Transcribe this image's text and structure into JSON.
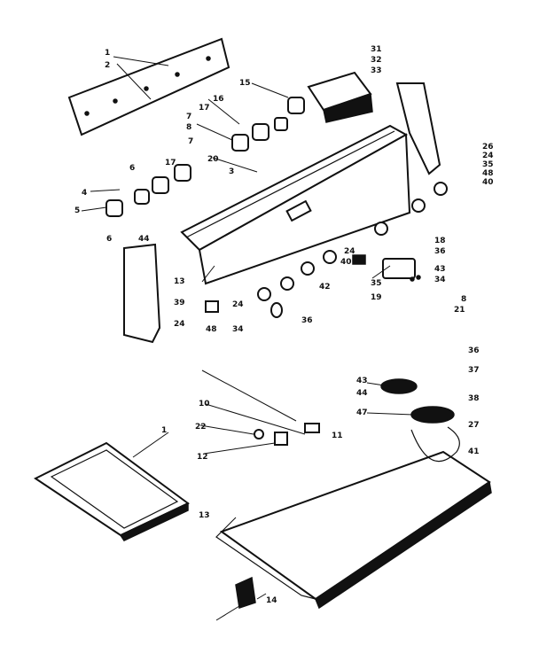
{
  "diagram": {
    "callouts": [
      {
        "id": "c1a",
        "text": "1"
      },
      {
        "id": "c1b",
        "text": "2"
      },
      {
        "id": "c2a",
        "text": "31"
      },
      {
        "id": "c2b",
        "text": "32"
      },
      {
        "id": "c2c",
        "text": "33"
      },
      {
        "id": "c3",
        "text": "15"
      },
      {
        "id": "c4",
        "text": "16"
      },
      {
        "id": "c5",
        "text": "17"
      },
      {
        "id": "c6",
        "text": "7"
      },
      {
        "id": "c7",
        "text": "8"
      },
      {
        "id": "c8",
        "text": "7"
      },
      {
        "id": "c9",
        "text": "6"
      },
      {
        "id": "c10",
        "text": "17"
      },
      {
        "id": "c11",
        "text": "20"
      },
      {
        "id": "c12",
        "text": "3"
      },
      {
        "id": "c13",
        "text": "4"
      },
      {
        "id": "c14",
        "text": "5"
      },
      {
        "id": "c15",
        "text": "6"
      },
      {
        "id": "c16a",
        "text": "44"
      },
      {
        "id": "c16b",
        "text": "26"
      },
      {
        "id": "c16c",
        "text": "24"
      },
      {
        "id": "c16d",
        "text": "35"
      },
      {
        "id": "c16e",
        "text": "48"
      },
      {
        "id": "c17",
        "text": "40"
      },
      {
        "id": "c18",
        "text": "18"
      },
      {
        "id": "c19",
        "text": "36"
      },
      {
        "id": "c20",
        "text": "24"
      },
      {
        "id": "c21",
        "text": "40"
      },
      {
        "id": "c22",
        "text": "42"
      },
      {
        "id": "c23",
        "text": "43"
      },
      {
        "id": "c24",
        "text": "34"
      },
      {
        "id": "c25",
        "text": "35"
      },
      {
        "id": "c26",
        "text": "19"
      },
      {
        "id": "c27",
        "text": "8"
      },
      {
        "id": "c28",
        "text": "21"
      },
      {
        "id": "c29",
        "text": "13"
      },
      {
        "id": "c30",
        "text": "39"
      },
      {
        "id": "c31",
        "text": "24"
      },
      {
        "id": "c32",
        "text": "24"
      },
      {
        "id": "c33",
        "text": "34"
      },
      {
        "id": "c34",
        "text": "48"
      },
      {
        "id": "c35",
        "text": "36"
      },
      {
        "id": "c36",
        "text": "36"
      },
      {
        "id": "c37",
        "text": "43"
      },
      {
        "id": "c38",
        "text": "37"
      },
      {
        "id": "c39",
        "text": "44"
      },
      {
        "id": "c40",
        "text": "38"
      },
      {
        "id": "c41",
        "text": "47"
      },
      {
        "id": "c42",
        "text": "27"
      },
      {
        "id": "c43",
        "text": "41"
      },
      {
        "id": "c44",
        "text": "1"
      },
      {
        "id": "c45",
        "text": "10"
      },
      {
        "id": "c46",
        "text": "22"
      },
      {
        "id": "c47",
        "text": "11"
      },
      {
        "id": "c48",
        "text": "12"
      },
      {
        "id": "c49",
        "text": "13"
      },
      {
        "id": "c50",
        "text": "14"
      }
    ]
  }
}
